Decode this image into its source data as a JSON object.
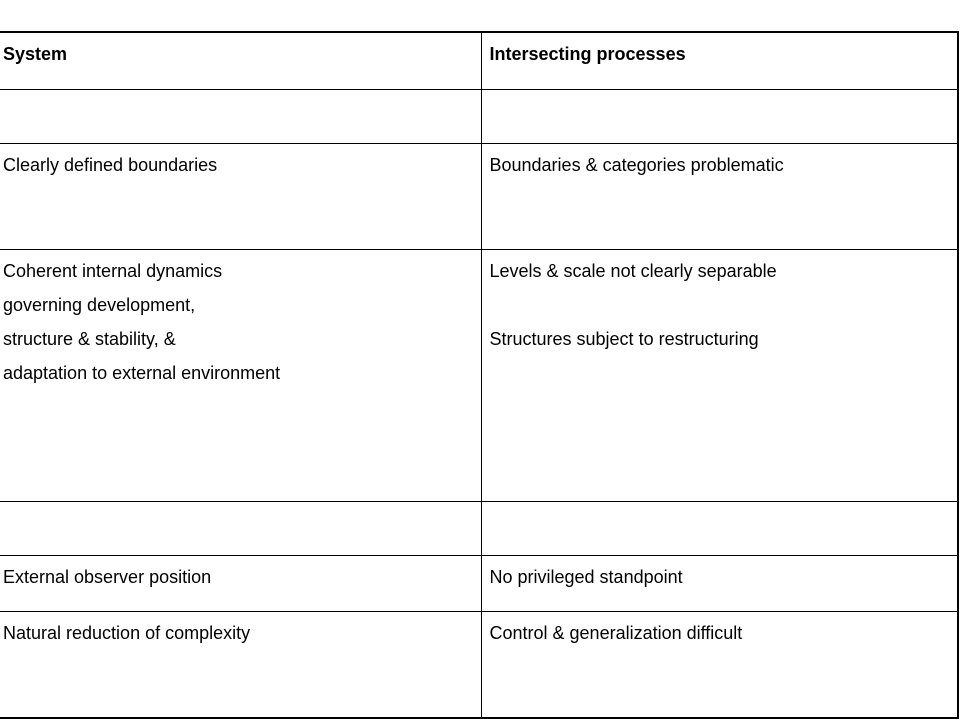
{
  "table": {
    "header": {
      "left": "System",
      "right": "Intersecting processes"
    },
    "rows": [
      {
        "left": [],
        "right": []
      },
      {
        "left": [
          "Clearly defined boundaries"
        ],
        "right": [
          "Boundaries & categories problematic"
        ]
      },
      {
        "left": [
          "Coherent internal dynamics",
          "governing development,",
          "structure & stability, &",
          "adaptation to external environment"
        ],
        "right": [
          "Levels & scale not clearly separable",
          "",
          "Structures subject to restructuring"
        ]
      },
      {
        "left": [],
        "right": []
      },
      {
        "left": [
          "External observer position"
        ],
        "right": [
          "No privileged standpoint"
        ]
      },
      {
        "left": [
          "Natural reduction of complexity"
        ],
        "right": [
          "Control & generalization difficult"
        ]
      }
    ]
  }
}
